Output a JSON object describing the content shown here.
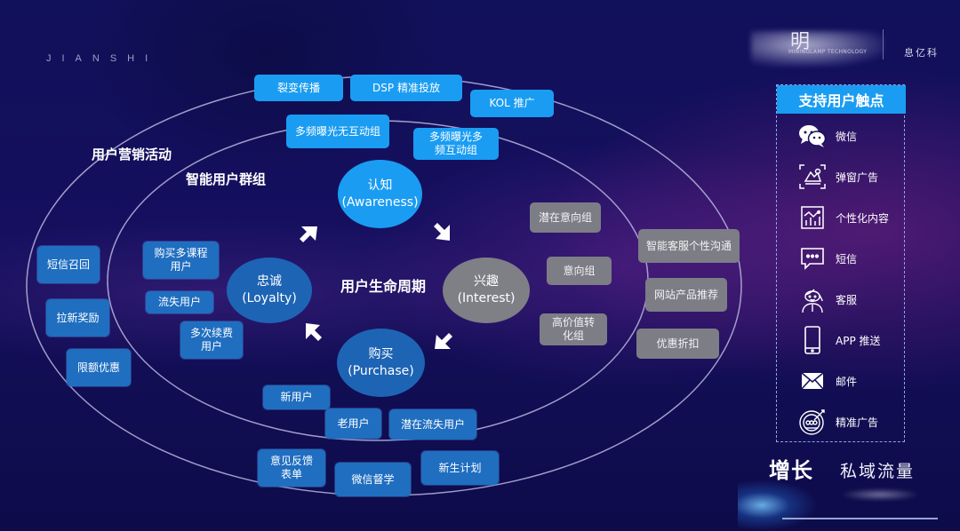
{
  "brand": {
    "watermark": "JIANSHI"
  },
  "logo": {
    "char": "明",
    "subtitle": "MININGLAMP TECHNOLOGY",
    "right_text": "息亿科"
  },
  "diagram": {
    "center_title": "用户生命周期",
    "outer_ring_title": "用户营销活动",
    "inner_ring_title": "智能用户群组",
    "stages": {
      "awareness": {
        "cn": "认知",
        "en": "(Awareness)",
        "color": "#1a9cf2"
      },
      "interest": {
        "cn": "兴趣",
        "en": "(Interest)",
        "color": "#808080"
      },
      "purchase": {
        "cn": "购买",
        "en": "(Purchase)",
        "color": "#1e64b4"
      },
      "loyalty": {
        "cn": "忠诚",
        "en": "(Loyalty)",
        "color": "#1e64b4"
      }
    },
    "awareness_groups": {
      "outer": [
        "裂变传播",
        "DSP 精准投放",
        "KOL 推广"
      ],
      "inner": [
        "多频曝光无互动组",
        "多频曝光多频互动组"
      ]
    },
    "interest_groups": {
      "inner": [
        "潜在意向组",
        "意向组",
        "高价值转化组"
      ],
      "outer": [
        "智能客服个性沟通",
        "网站产品推荐",
        "优惠折扣"
      ]
    },
    "purchase_groups": {
      "inner": [
        "新用户",
        "老用户",
        "潜在流失用户"
      ],
      "outer": [
        "意见反馈表单",
        "微信督学",
        "新生计划"
      ]
    },
    "loyalty_groups": {
      "inner": [
        "购买多课程用户",
        "流失用户",
        "多次续费用户"
      ],
      "outer": [
        "短信召回",
        "拉新奖励",
        "限额优惠"
      ]
    }
  },
  "touchpoints": {
    "title": "支持用户触点",
    "items": [
      {
        "icon": "wechat-icon",
        "label": "微信"
      },
      {
        "icon": "popup-ad-icon",
        "label": "弹窗广告"
      },
      {
        "icon": "personalized-content-icon",
        "label": "个性化内容"
      },
      {
        "icon": "sms-icon",
        "label": "短信"
      },
      {
        "icon": "customer-service-icon",
        "label": "客服"
      },
      {
        "icon": "mobile-phone-icon",
        "label": "APP 推送"
      },
      {
        "icon": "email-icon",
        "label": "邮件"
      },
      {
        "icon": "target-ad-icon",
        "label": "精准广告"
      }
    ]
  },
  "footer": {
    "bold": "增长",
    "light": "私域流量"
  },
  "colors": {
    "background": "#0e0d52",
    "bright_blue": "#1a9cf2",
    "mid_blue": "#1f6ec0",
    "gray": "#7d7d86",
    "ring": "#b9b6e0"
  }
}
